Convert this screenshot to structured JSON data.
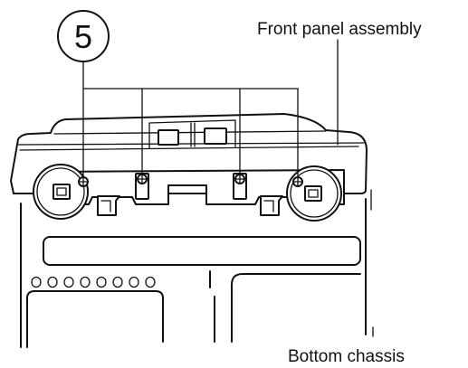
{
  "diagram": {
    "callout_number": "5",
    "label_front_panel": "Front panel assembly",
    "label_bottom_chassis": "Bottom chassis",
    "screw_count": 4,
    "line_color": "#111111",
    "background_color": "#ffffff"
  }
}
